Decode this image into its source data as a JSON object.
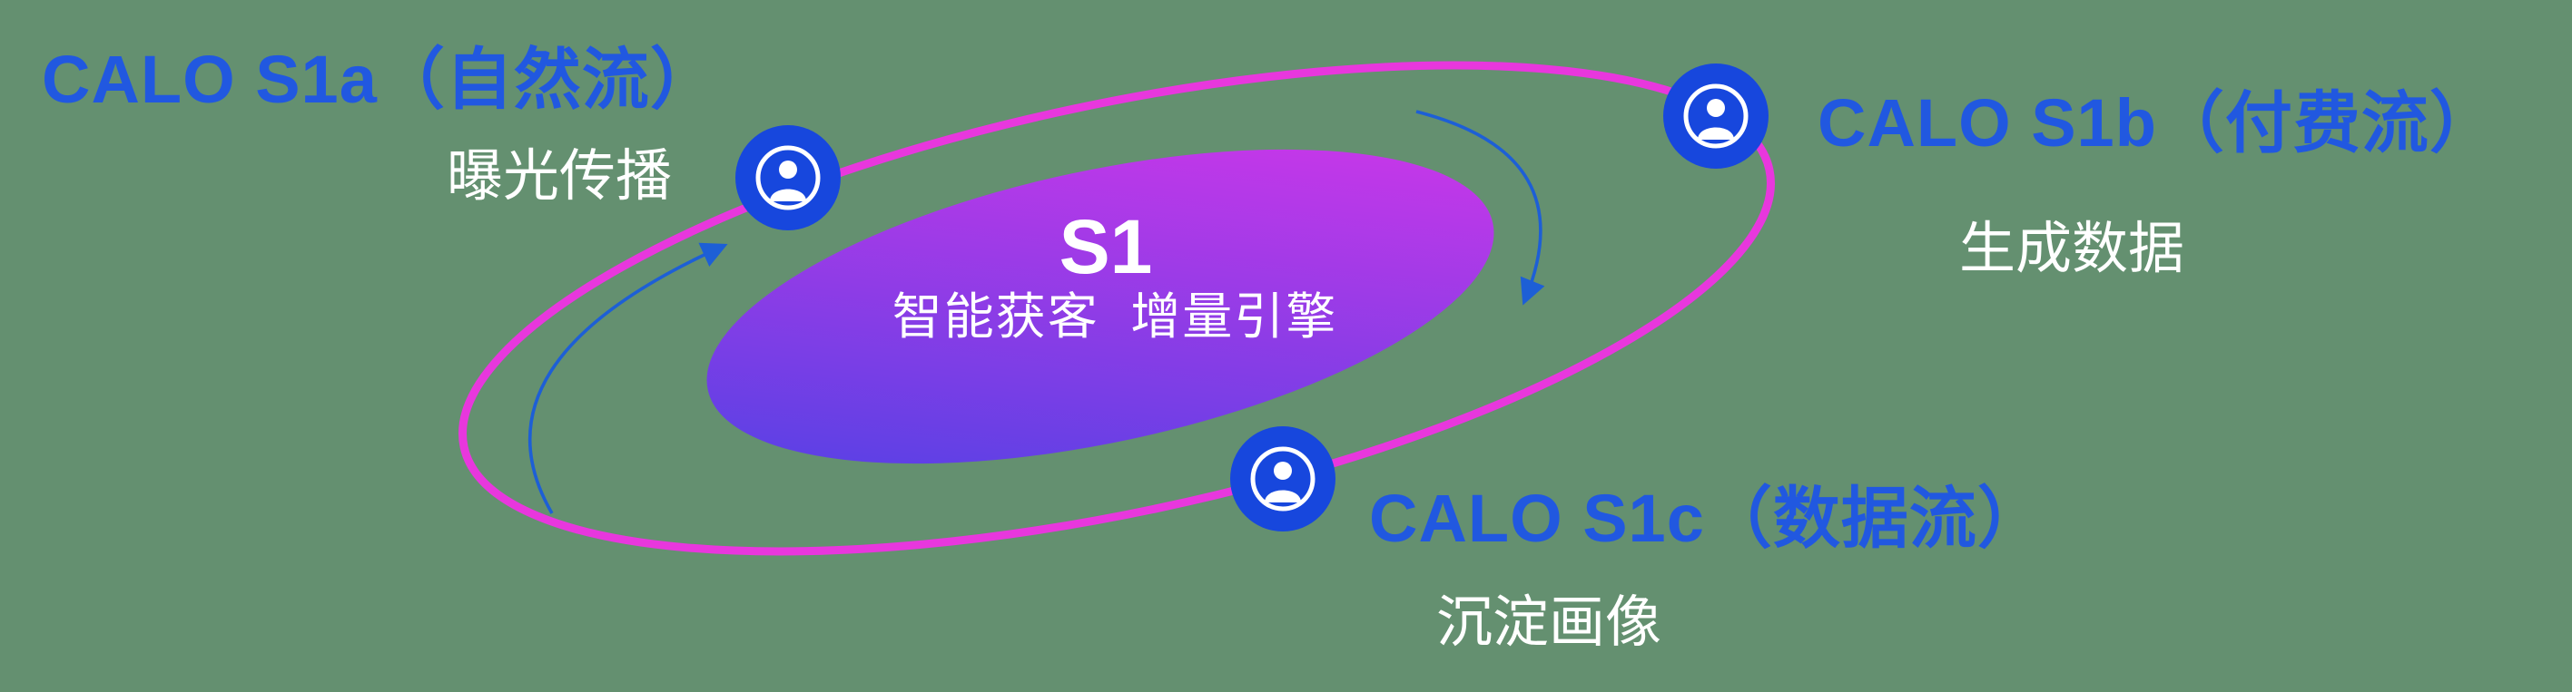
{
  "diagram": {
    "center": {
      "title": "S1",
      "subtitle": "智能获客  增量引擎"
    },
    "nodes": [
      {
        "id": "s1a",
        "title": "CALO S1a（自然流）",
        "subtitle": "曝光传播",
        "icon": "user-icon"
      },
      {
        "id": "s1b",
        "title": "CALO S1b（付费流）",
        "subtitle": "生成数据",
        "icon": "user-icon"
      },
      {
        "id": "s1c",
        "title": "CALO S1c（数据流）",
        "subtitle": "沉淀画像",
        "icon": "user-icon"
      }
    ]
  },
  "colors": {
    "background": "#649070",
    "title_blue": "#2158e0",
    "node_blue": "#1747dd",
    "orbit_magenta": "#e837dd",
    "arrow_blue": "#1d5fd6",
    "gradient_blue": "#4a42e4",
    "gradient_magenta": "#d836e9",
    "text_white": "#ffffff"
  }
}
